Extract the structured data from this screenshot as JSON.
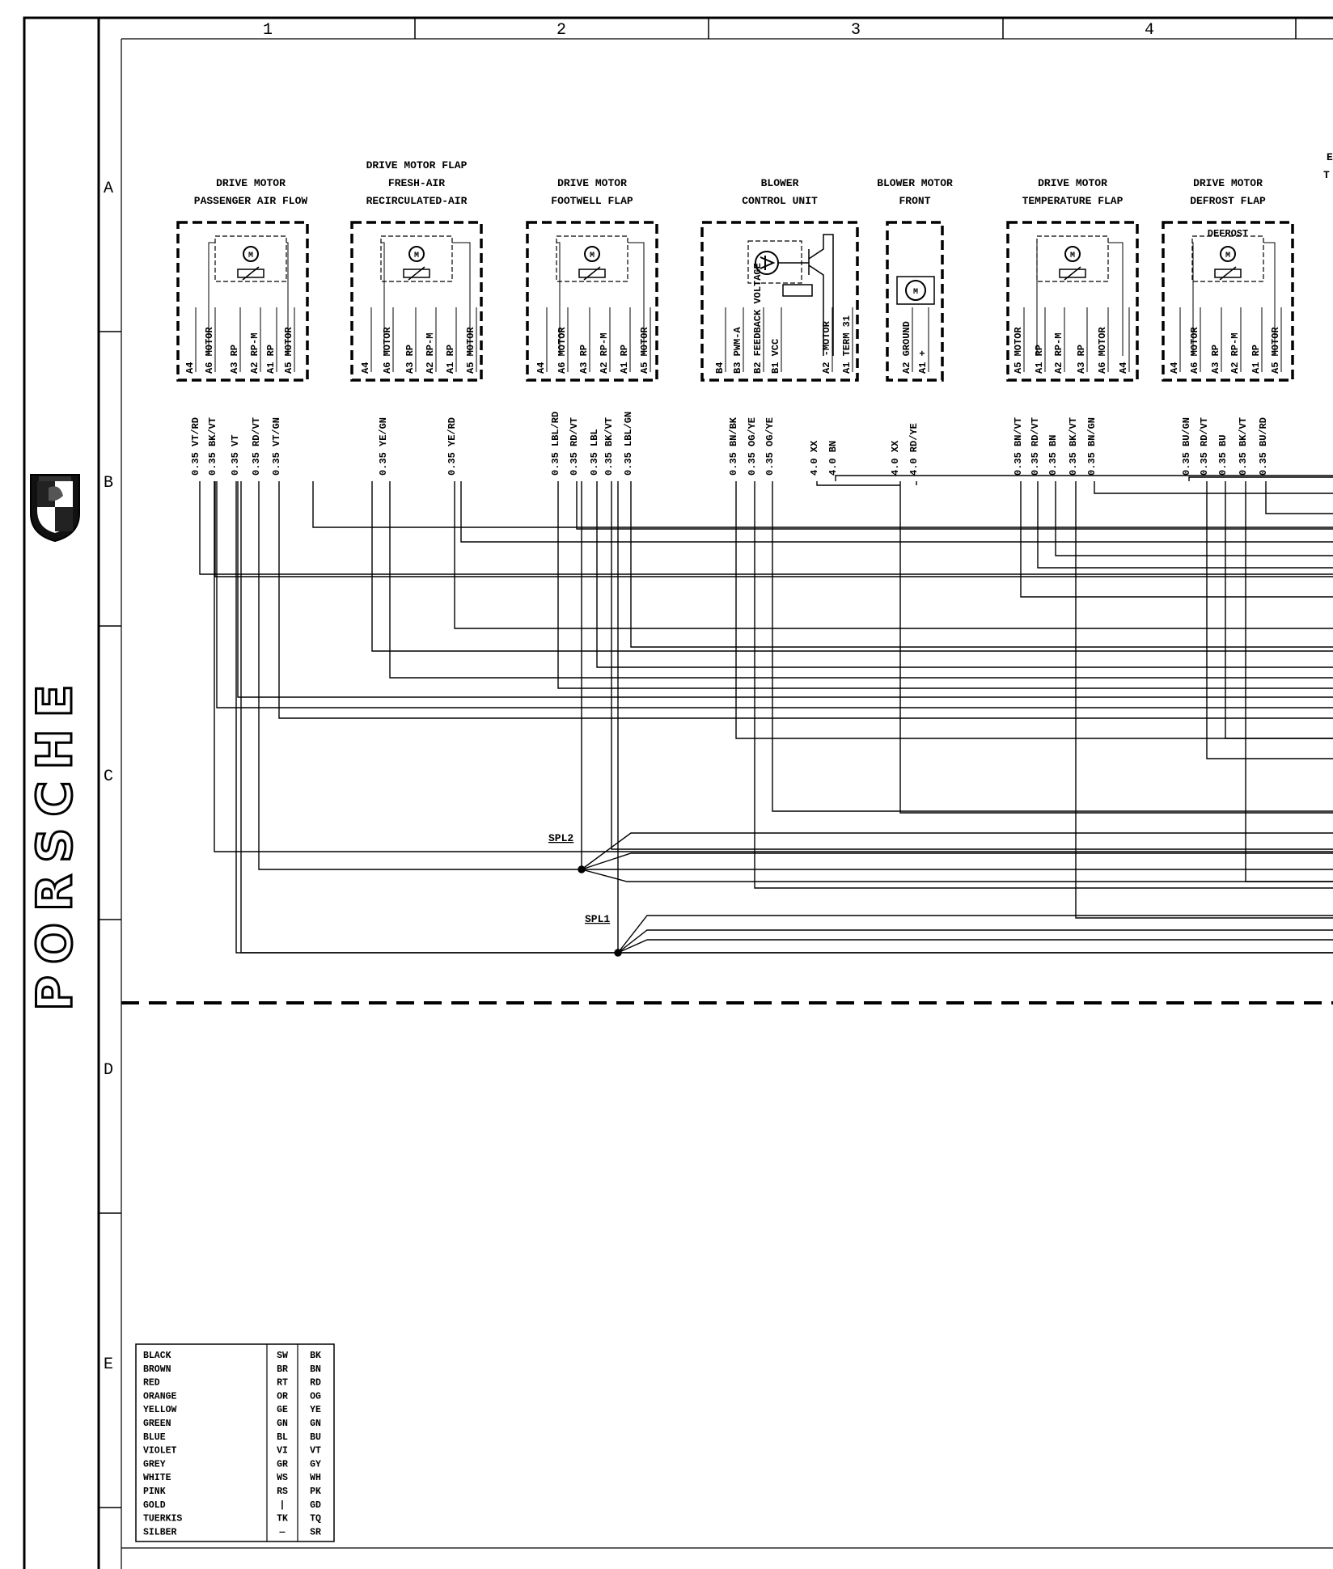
{
  "brand": {
    "name": "PORSCHE"
  },
  "grid": {
    "columns": [
      "1",
      "2",
      "3",
      "4"
    ],
    "rows": [
      "A",
      "B",
      "C",
      "D",
      "E"
    ]
  },
  "components": [
    {
      "title": [
        "DRIVE MOTOR",
        "PASSENGER AIR FLOW"
      ],
      "pins": [
        "A4",
        "A6 MOTOR",
        "A3 RP",
        "A2 RP-M",
        "A1 RP",
        "A5 MOTOR"
      ],
      "wires": [
        "0.35 VT/RD",
        "0.35 BK/VT",
        "0.35 VT",
        "0.35 RD/VT",
        "0.35 VT/GN"
      ]
    },
    {
      "title": [
        "DRIVE MOTOR FLAP",
        "FRESH-AIR",
        "RECIRCULATED-AIR"
      ],
      "pins": [
        "A4",
        "A6 MOTOR",
        "A3 RP",
        "A2 RP-M",
        "A1 RP",
        "A5 MOTOR"
      ],
      "wires": [
        "0.35 YE/GN",
        "0.35 YE/RD"
      ]
    },
    {
      "title": [
        "DRIVE MOTOR",
        "FOOTWELL FLAP"
      ],
      "pins": [
        "A4",
        "A6 MOTOR",
        "A3 RP",
        "A2 RP-M",
        "A1 RP",
        "A5 MOTOR"
      ],
      "wires": [
        "0.35 LBL/RD",
        "0.35 RD/VT",
        "0.35 LBL",
        "0.35 BK/VT",
        "0.35 LBL/GN"
      ]
    },
    {
      "title": [
        "BLOWER",
        "CONTROL UNIT"
      ],
      "pins": [
        "B4",
        "B3 PWM-A",
        "B2 FEEDBACK VOLTAGE",
        "B1 VCC",
        "A2 -MOTOR",
        "A1 TERM 31"
      ],
      "wires": [
        "0.35 BN/BK",
        "0.35 OG/YE",
        "0.35 OG/YE",
        "4.0 XX",
        "4.0 BN"
      ]
    },
    {
      "title": [
        "BLOWER MOTOR",
        "FRONT"
      ],
      "pins": [
        "A2 GROUND",
        "A1 +"
      ],
      "wires": [
        "4.0 XX",
        "4.0 RD/YE"
      ]
    },
    {
      "title": [
        "DRIVE MOTOR",
        "TEMPERATURE FLAP"
      ],
      "pins": [
        "A5 MOTOR",
        "A1 RP",
        "A2 RP-M",
        "A3 RP",
        "A6 MOTOR",
        "A4"
      ],
      "wires": [
        "0.35 BN/VT",
        "0.35 RD/VT",
        "0.35 BN",
        "0.35 BK/VT",
        "0.35 BN/GN"
      ]
    },
    {
      "title": [
        "DRIVE MOTOR",
        "DEFROST FLAP"
      ],
      "inner": "DEFROST",
      "pins": [
        "A4",
        "A6 MOTOR",
        "A3 RP",
        "A2 RP-M",
        "A1 RP",
        "A5 MOTOR"
      ],
      "wires": [
        "0.35 BU/GN",
        "0.35 RD/VT",
        "0.35 BU",
        "0.35 BK/VT",
        "0.35 BU/RD"
      ]
    }
  ],
  "edge_text": [
    "E",
    "T"
  ],
  "splices": [
    "SPL2",
    "SPL1"
  ],
  "legend": [
    [
      "BLACK",
      "SW",
      "BK"
    ],
    [
      "BROWN",
      "BR",
      "BN"
    ],
    [
      "RED",
      "RT",
      "RD"
    ],
    [
      "ORANGE",
      "OR",
      "OG"
    ],
    [
      "YELLOW",
      "GE",
      "YE"
    ],
    [
      "GREEN",
      "GN",
      "GN"
    ],
    [
      "BLUE",
      "BL",
      "BU"
    ],
    [
      "VIOLET",
      "VI",
      "VT"
    ],
    [
      "GREY",
      "GR",
      "GY"
    ],
    [
      "WHITE",
      "WS",
      "WH"
    ],
    [
      "PINK",
      "RS",
      "PK"
    ],
    [
      "GOLD",
      "|",
      "GD"
    ],
    [
      "TUERKIS",
      "TK",
      "TQ"
    ],
    [
      "SILBER",
      "—",
      "SR"
    ]
  ],
  "colors": {
    "ink": "#000000",
    "paper": "#ffffff"
  }
}
